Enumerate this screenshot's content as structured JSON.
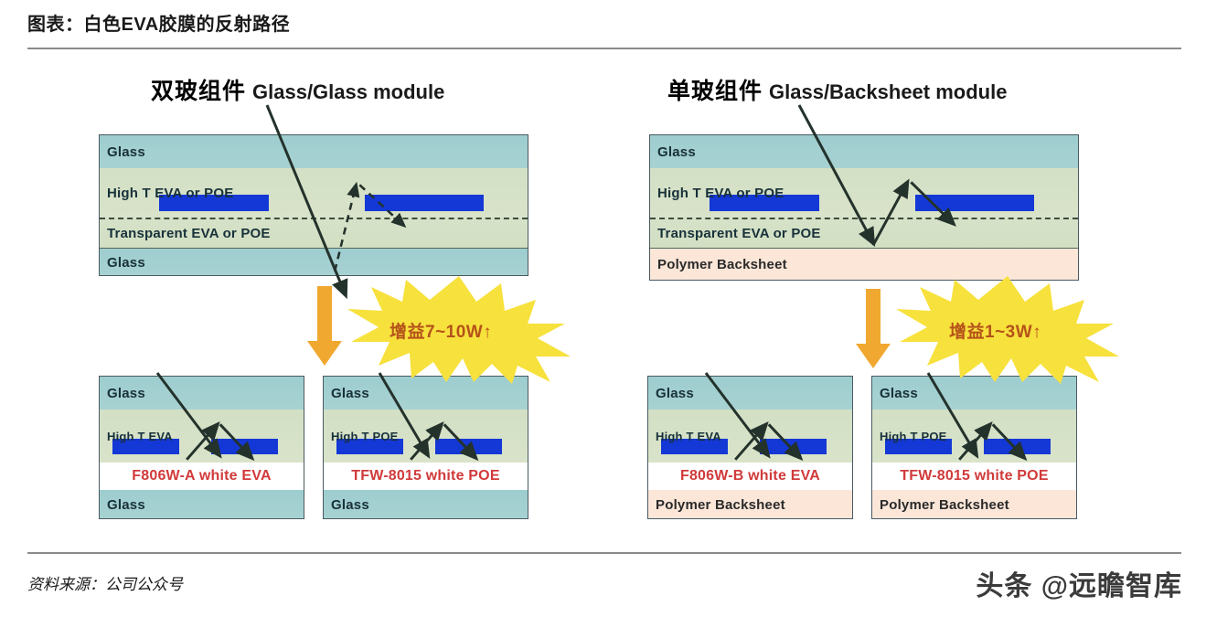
{
  "header": {
    "title": "图表：白色EVA胶膜的反射路径"
  },
  "footer": {
    "source": "资料来源：公司公众号",
    "watermark": "头条 @远瞻智库"
  },
  "colors": {
    "glass": "#9ecdcf",
    "eva": "#d3e0c5",
    "backsheet": "#fbe6d8",
    "cell_blue": "#1438d6",
    "white_film_text": "#d13a3a",
    "burst_fill": "#f7e13c",
    "burst_text": "#b5521a",
    "arrow_orange": "#f0a830",
    "ray": "#24322c"
  },
  "panels": [
    {
      "id": "glass-glass",
      "heading_cn": "双玻组件",
      "heading_en": "Glass/Glass module",
      "top_module": {
        "layers": [
          {
            "label": "Glass",
            "kind": "glass"
          },
          {
            "label": "High T EVA or POE",
            "kind": "eva"
          },
          {
            "label": "Transparent EVA or POE",
            "kind": "transp"
          },
          {
            "label": "Glass",
            "kind": "glass"
          }
        ],
        "ray_style": "dashed"
      },
      "gain": {
        "label": "增益7~10W↑",
        "value_min": 7,
        "value_max": 10,
        "unit": "W"
      },
      "cards": [
        {
          "layers": [
            {
              "label": "Glass",
              "kind": "glass"
            },
            {
              "label": "High T EVA",
              "kind": "eva"
            },
            {
              "label": "F806W-A white EVA",
              "kind": "white-eva"
            },
            {
              "label": "Glass",
              "kind": "glass"
            }
          ]
        },
        {
          "layers": [
            {
              "label": "Glass",
              "kind": "glass"
            },
            {
              "label": "High T POE",
              "kind": "eva"
            },
            {
              "label": "TFW-8015 white POE",
              "kind": "white-eva"
            },
            {
              "label": "Glass",
              "kind": "glass"
            }
          ]
        }
      ]
    },
    {
      "id": "glass-backsheet",
      "heading_cn": "单玻组件",
      "heading_en": "Glass/Backsheet module",
      "top_module": {
        "layers": [
          {
            "label": "Glass",
            "kind": "glass"
          },
          {
            "label": "High T EVA or POE",
            "kind": "eva"
          },
          {
            "label": "Transparent EVA or POE",
            "kind": "transp"
          },
          {
            "label": "Polymer Backsheet",
            "kind": "backsheet"
          }
        ],
        "ray_style": "solid"
      },
      "gain": {
        "label": "增益1~3W↑",
        "value_min": 1,
        "value_max": 3,
        "unit": "W"
      },
      "cards": [
        {
          "layers": [
            {
              "label": "Glass",
              "kind": "glass"
            },
            {
              "label": "High T EVA",
              "kind": "eva"
            },
            {
              "label": "F806W-B white EVA",
              "kind": "white-eva"
            },
            {
              "label": "Polymer Backsheet",
              "kind": "backsheet"
            }
          ]
        },
        {
          "layers": [
            {
              "label": "Glass",
              "kind": "glass"
            },
            {
              "label": "High T POE",
              "kind": "eva"
            },
            {
              "label": "TFW-8015 white POE",
              "kind": "white-eva"
            },
            {
              "label": "Polymer Backsheet",
              "kind": "backsheet"
            }
          ]
        }
      ]
    }
  ]
}
